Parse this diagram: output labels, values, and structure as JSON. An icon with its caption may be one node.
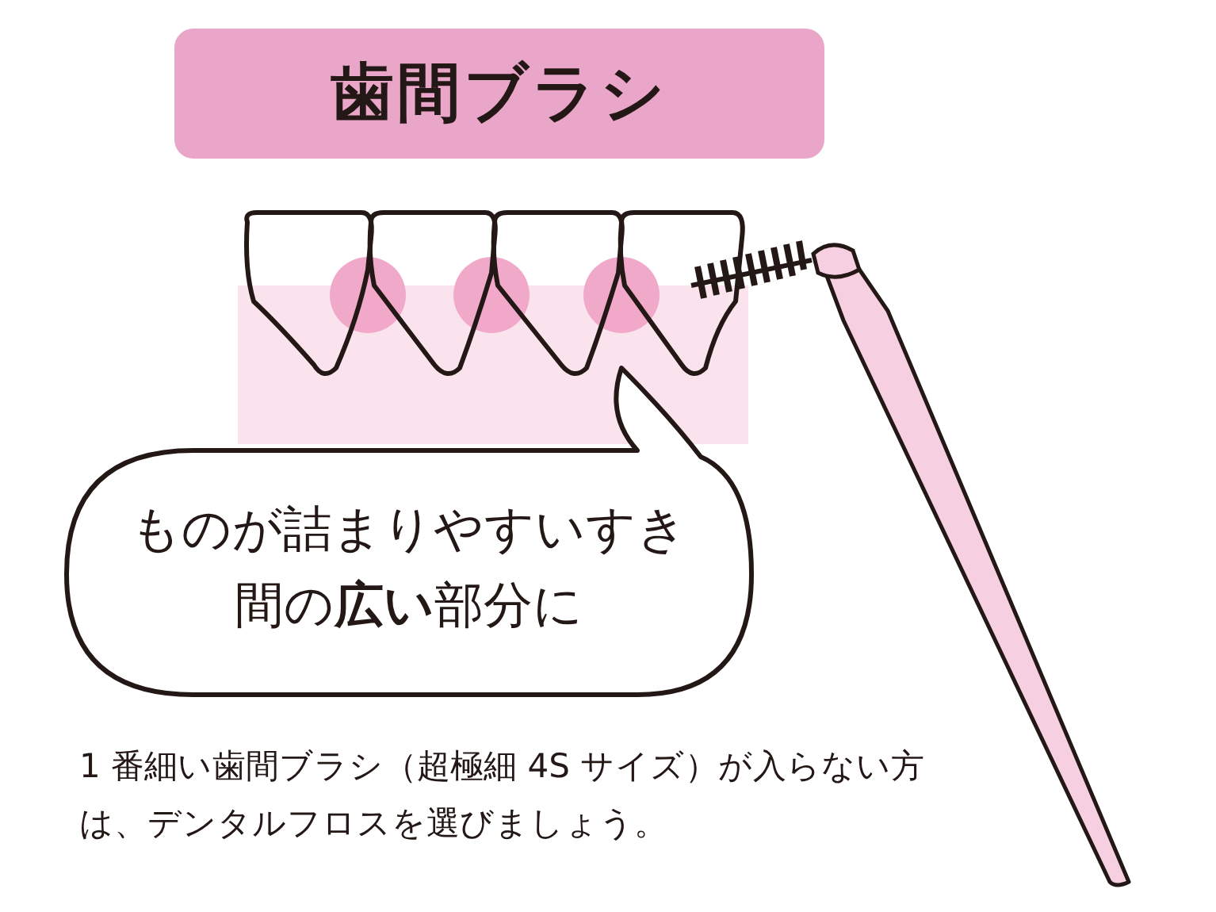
{
  "diagram": {
    "title": "歯間ブラシ",
    "nodes": [
      {
        "text": [
          "ものが詰まりやすいすき間の**広い**部分に"
        ]
      }
    ],
    "labels": [
      "1 番細い歯間ブラシ（超極細 4S サイズ）が入らない方は、デンタルフロスを選びましょう。"
    ]
  }
}
